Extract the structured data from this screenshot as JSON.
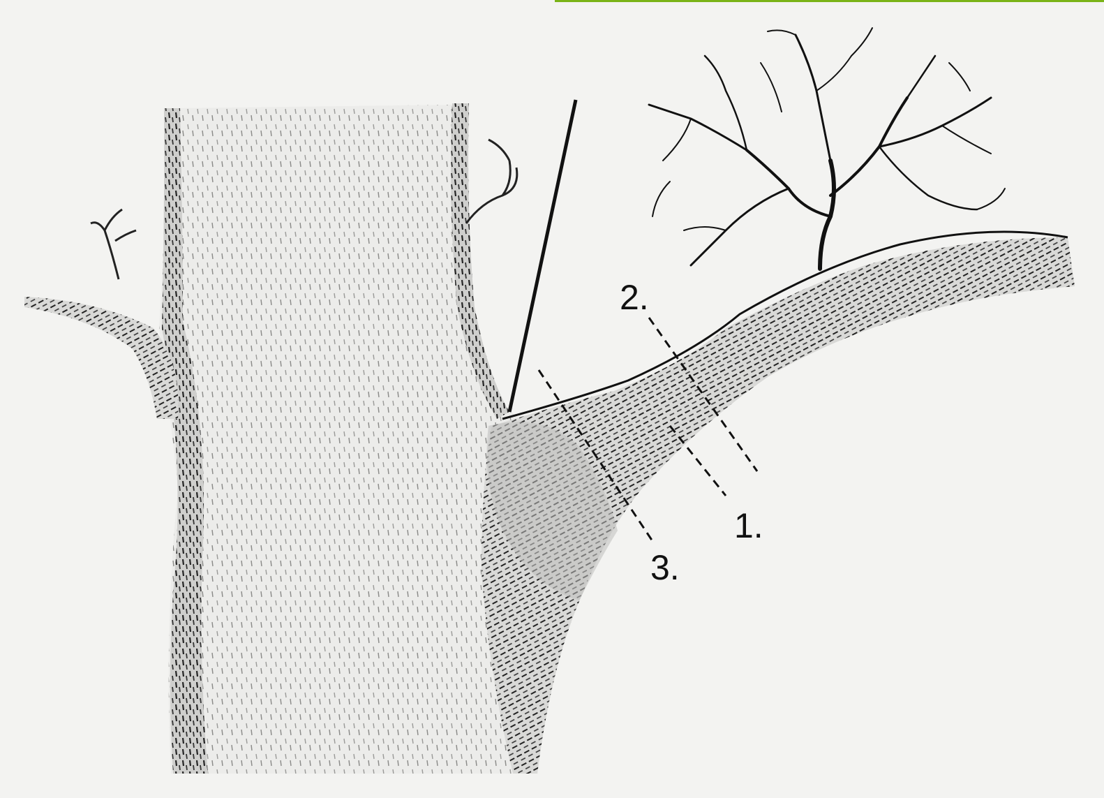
{
  "diagram": {
    "cut_labels": {
      "cut1": "1.",
      "cut2": "2.",
      "cut3": "3."
    },
    "colors": {
      "paper": "#f3f3f1",
      "ink": "#111111",
      "accent_bar": "#7ab317"
    },
    "icons": [
      "tree-trunk-drawing",
      "branch-drawing",
      "twig-canopy-drawing"
    ]
  }
}
